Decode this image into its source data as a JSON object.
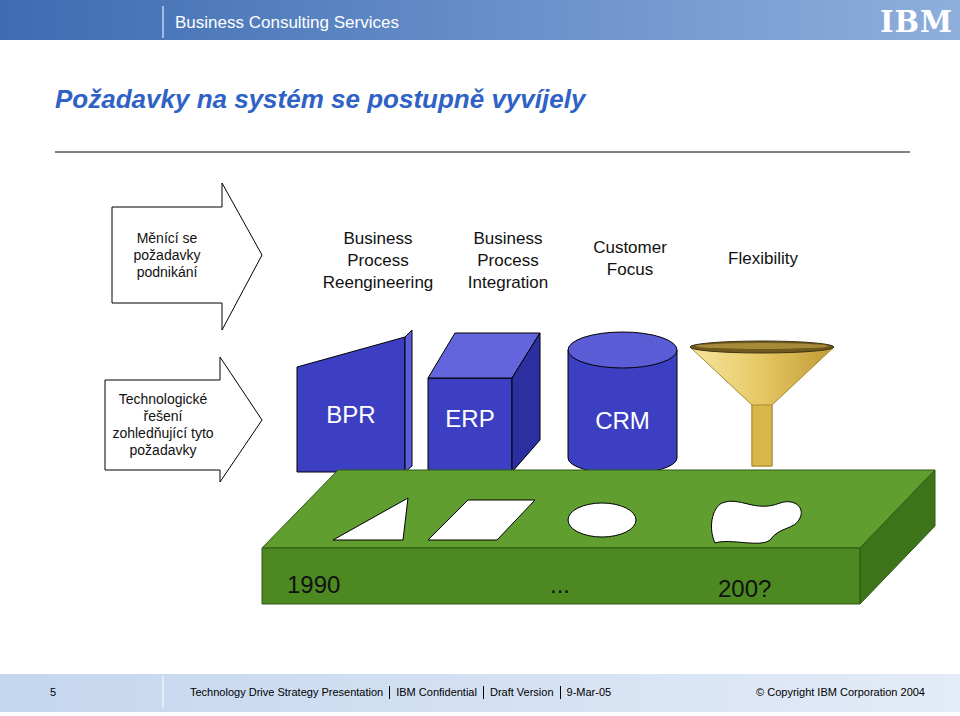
{
  "diagram": {
    "title": "Požadavky na systém se postupně vyvíjely",
    "nodes": [
      {
        "text": [
          "Měnící se požadavky podnikání"
        ]
      },
      {
        "text": [
          "Technologické řešení zohledňující tyto požadavky"
        ]
      },
      {
        "text": [
          "BPR"
        ]
      },
      {
        "text": [
          "ERP"
        ]
      },
      {
        "text": [
          "CRM"
        ]
      },
      {
        "text": [
          "1990",
          "...",
          "200?"
        ]
      }
    ],
    "labels": [
      "Business Consulting Services",
      "IBM",
      "Business Process Reengineering",
      "Business Process Integration",
      "Customer Focus",
      "Flexibility",
      "5",
      "Technology Drive Strategy Presentation",
      "IBM Confidential",
      "Draft Version",
      "9-Mar-05",
      "© Copyright IBM Corporation 2004"
    ]
  }
}
